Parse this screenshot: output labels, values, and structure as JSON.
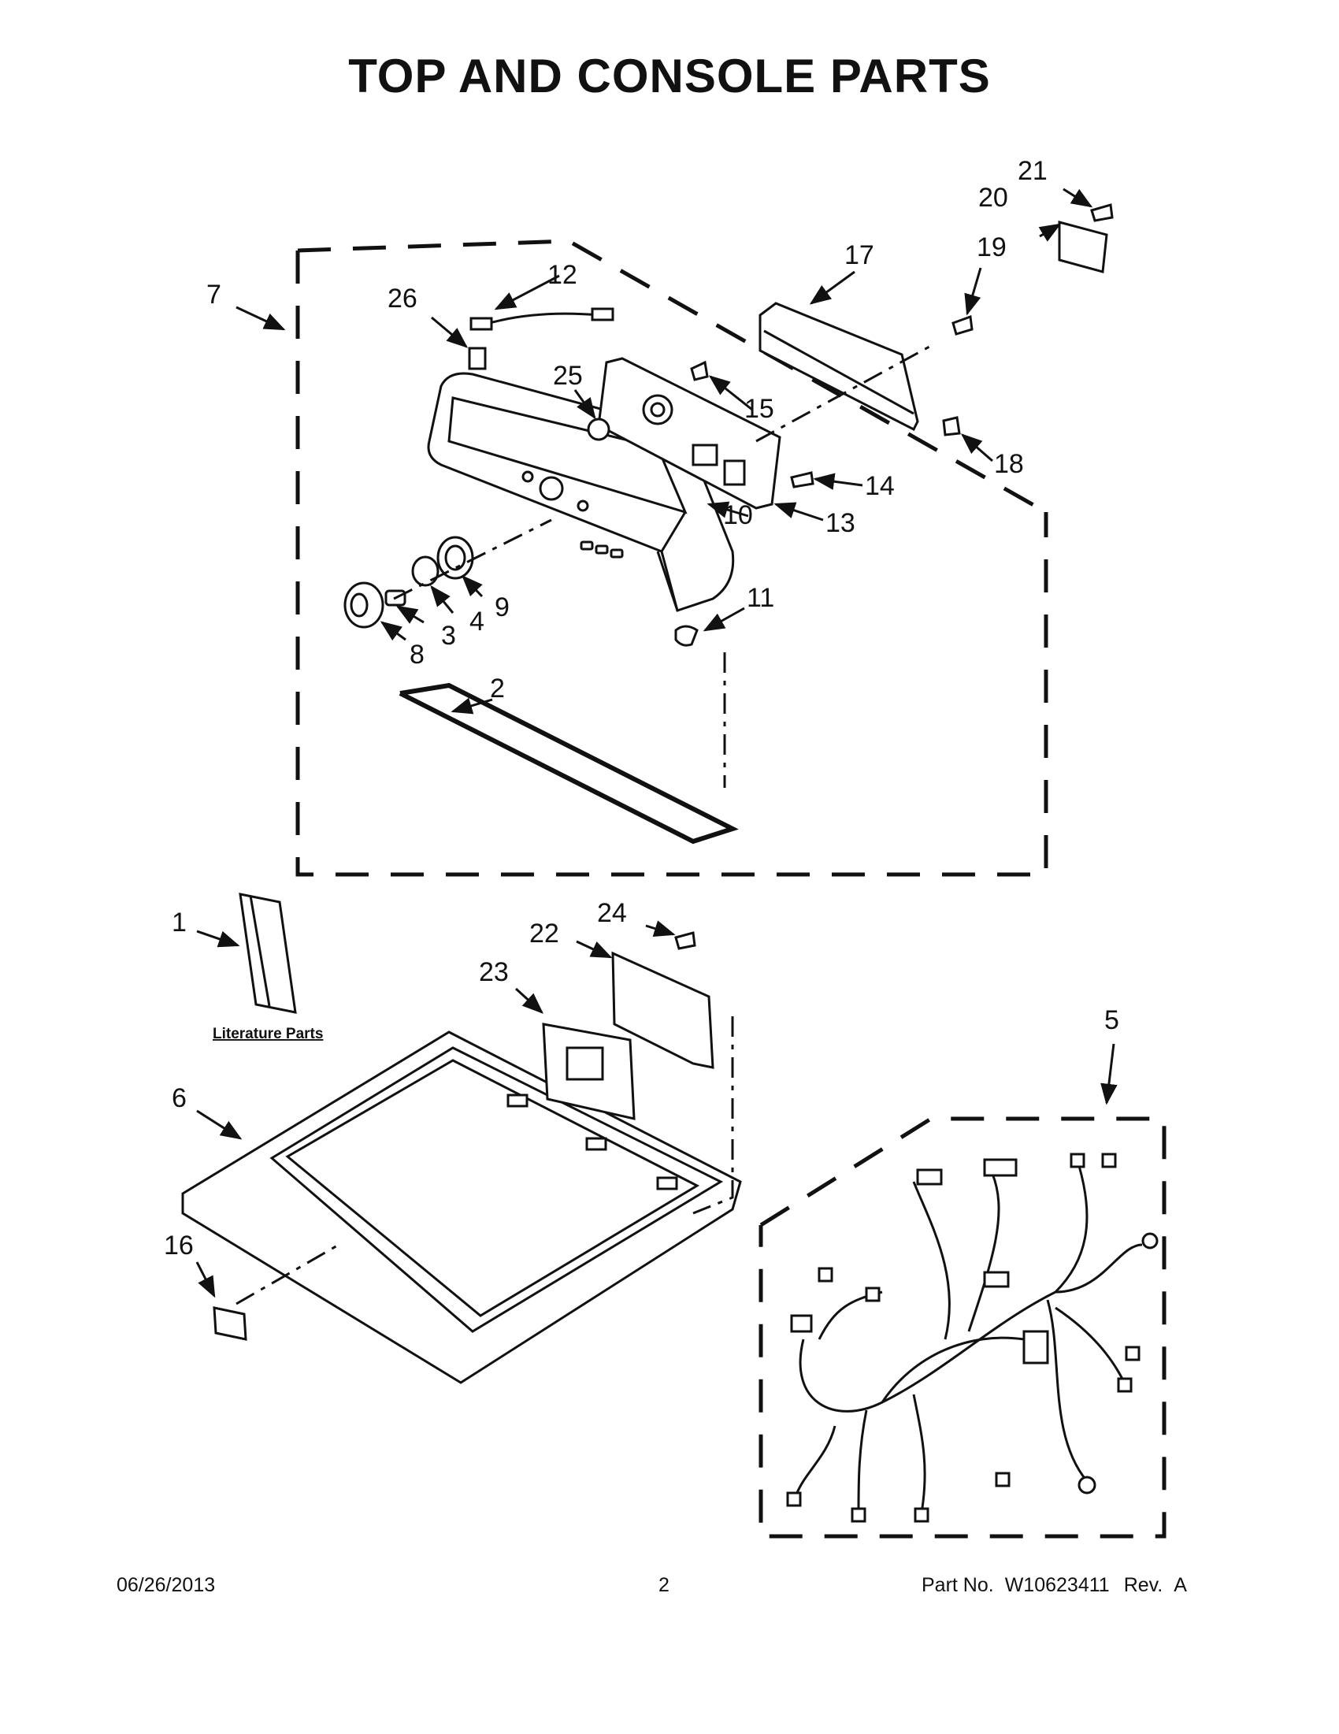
{
  "page": {
    "title": "TOP AND CONSOLE PARTS"
  },
  "callouts": {
    "c1": "1",
    "c2": "2",
    "c3": "3",
    "c4": "4",
    "c5": "5",
    "c6": "6",
    "c7": "7",
    "c8": "8",
    "c9": "9",
    "c10": "10",
    "c11": "11",
    "c12": "12",
    "c13": "13",
    "c14": "14",
    "c15": "15",
    "c16": "16",
    "c17": "17",
    "c18": "18",
    "c19": "19",
    "c20": "20",
    "c21": "21",
    "c22": "22",
    "c23": "23",
    "c24": "24",
    "c25": "25",
    "c26": "26"
  },
  "labels": {
    "literature": "Literature Parts"
  },
  "footer": {
    "date": "06/26/2013",
    "page_number": "2",
    "part_label": "Part No.",
    "part_number": "W10623411",
    "rev_label": "Rev.",
    "rev": "A"
  }
}
